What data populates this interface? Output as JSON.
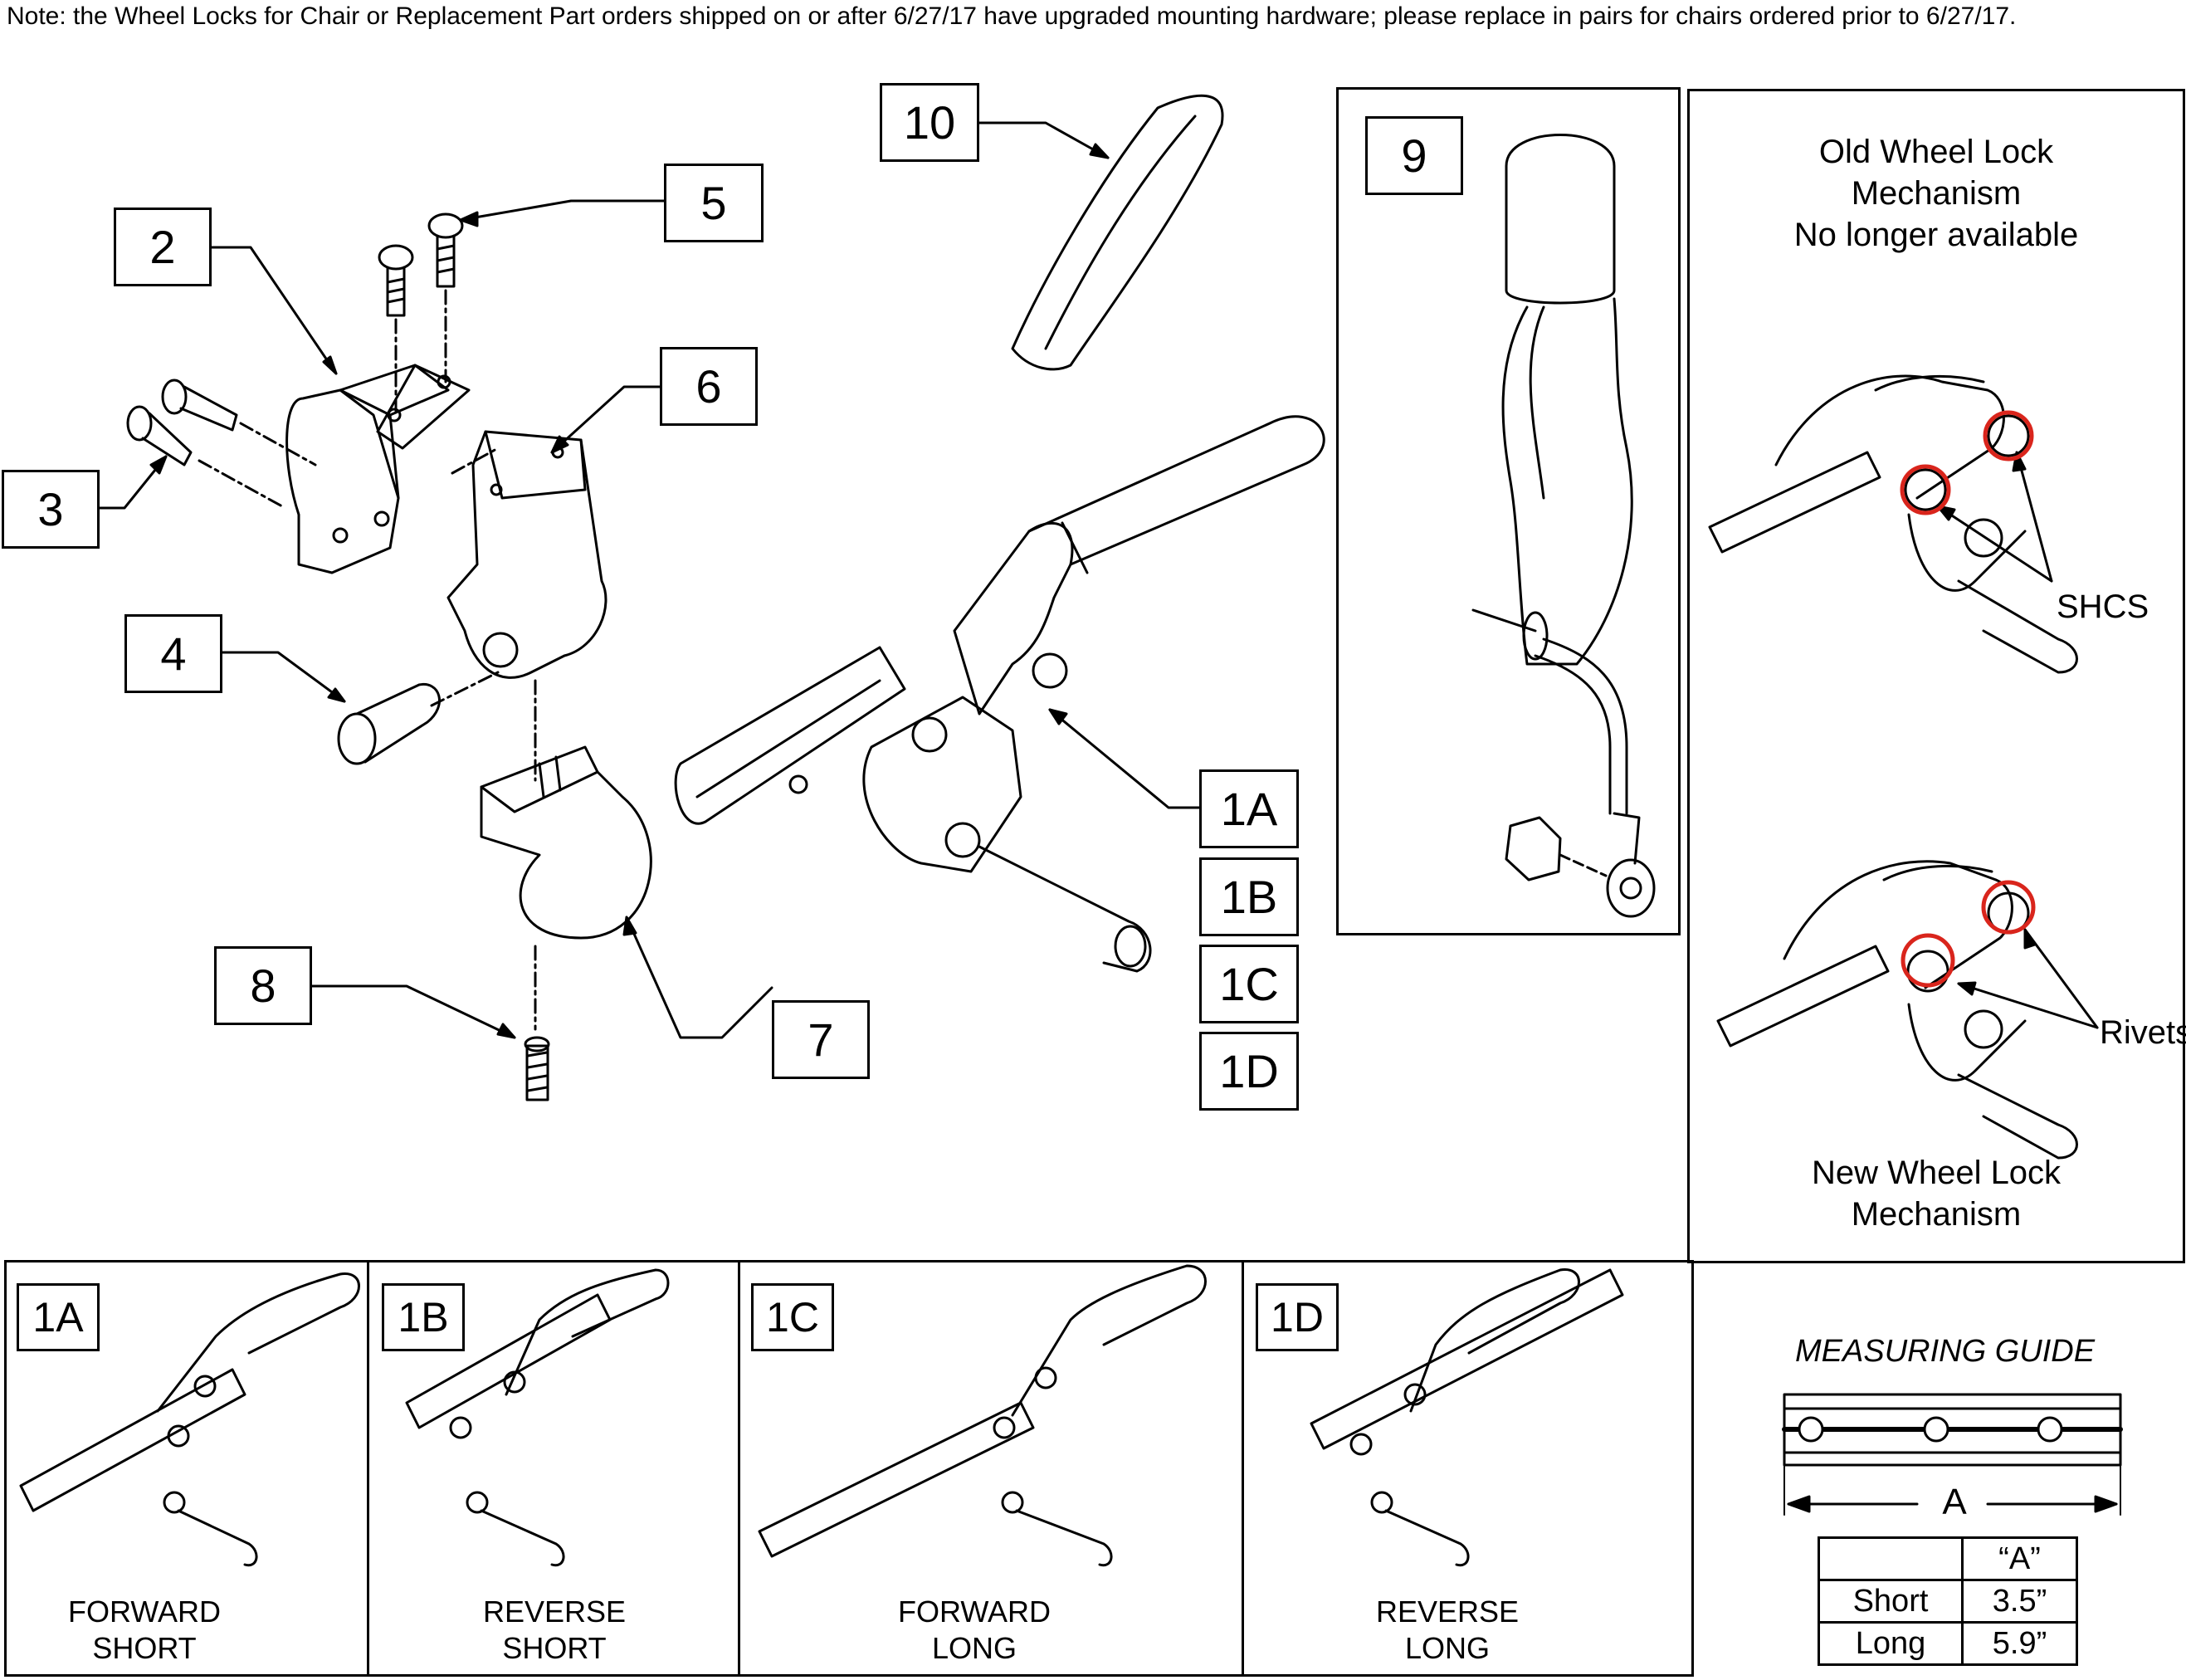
{
  "note": "Note: the Wheel Locks for Chair or Replacement Part orders shipped on or after 6/27/17 have upgraded mounting hardware; please replace in pairs for chairs ordered prior to 6/27/17.",
  "callouts": {
    "c2": "2",
    "c3": "3",
    "c4": "4",
    "c5": "5",
    "c6": "6",
    "c7": "7",
    "c8": "8",
    "c9": "9",
    "c10": "10",
    "c1a": "1A",
    "c1b": "1B",
    "c1c": "1C",
    "c1d": "1D"
  },
  "mechanism_panel": {
    "old_title_1": "Old Wheel Lock",
    "old_title_2": "Mechanism",
    "old_title_3": "No longer available",
    "shcs": "SHCS",
    "rivets": "Rivets",
    "new_title_1": "New Wheel Lock",
    "new_title_2": "Mechanism"
  },
  "variants": [
    {
      "tag": "1A",
      "line1": "FORWARD",
      "line2": "SHORT"
    },
    {
      "tag": "1B",
      "line1": "REVERSE",
      "line2": "SHORT"
    },
    {
      "tag": "1C",
      "line1": "FORWARD",
      "line2": "LONG"
    },
    {
      "tag": "1D",
      "line1": "REVERSE",
      "line2": "LONG"
    }
  ],
  "measuring_guide": {
    "title": "MEASURING GUIDE",
    "dimension_label": "A",
    "table": {
      "header": [
        "",
        "“A”"
      ],
      "rows": [
        [
          "Short",
          "3.5”"
        ],
        [
          "Long",
          "5.9”"
        ]
      ]
    }
  },
  "colors": {
    "highlight": "#d9251c",
    "line": "#000000"
  }
}
